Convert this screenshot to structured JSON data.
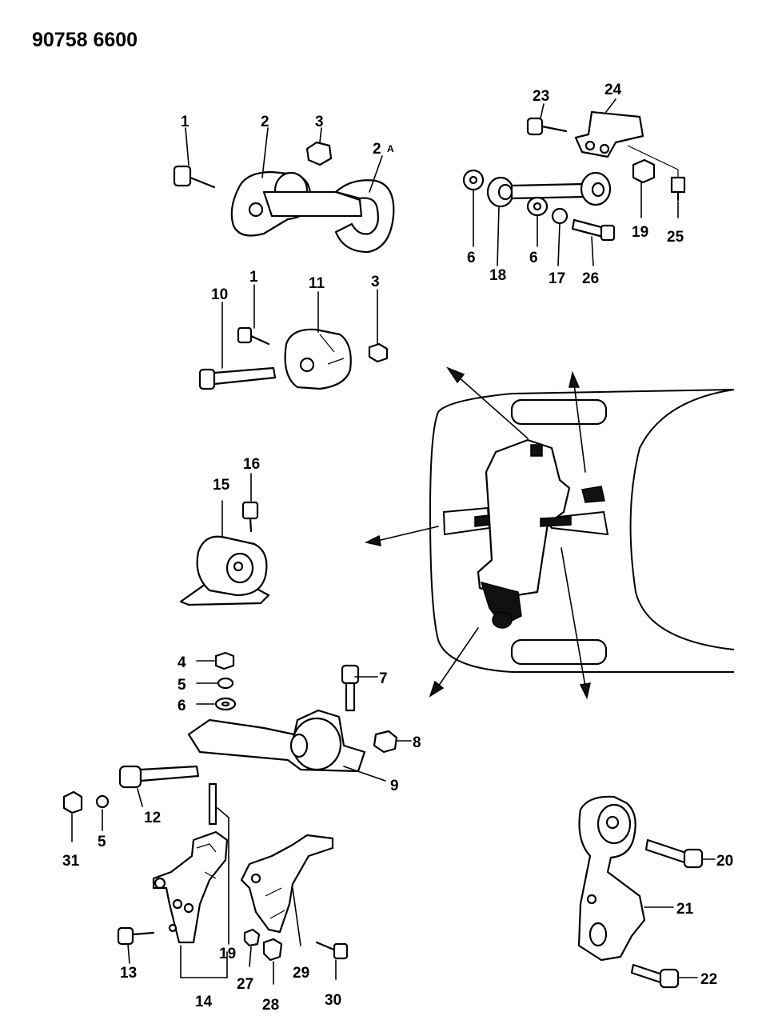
{
  "header": {
    "code": "90758 6600"
  },
  "callouts": {
    "c1a": "1",
    "c2": "2",
    "c3a": "3",
    "c2a": "2",
    "c2a_suffix": "A",
    "c23": "23",
    "c24": "24",
    "c6a": "6",
    "c18": "18",
    "c6b": "6",
    "c17": "17",
    "c26": "26",
    "c19a": "19",
    "c25": "25",
    "c10": "10",
    "c1b": "1",
    "c11": "11",
    "c3b": "3",
    "c16": "16",
    "c15": "15",
    "c4": "4",
    "c5a": "5",
    "c6c": "6",
    "c7": "7",
    "c8": "8",
    "c9": "9",
    "c12": "12",
    "c31": "31",
    "c5b": "5",
    "c20": "20",
    "c21": "21",
    "c22": "22",
    "c13": "13",
    "c14": "14",
    "c19b": "19",
    "c27": "27",
    "c28": "28",
    "c29": "29",
    "c30": "30"
  }
}
